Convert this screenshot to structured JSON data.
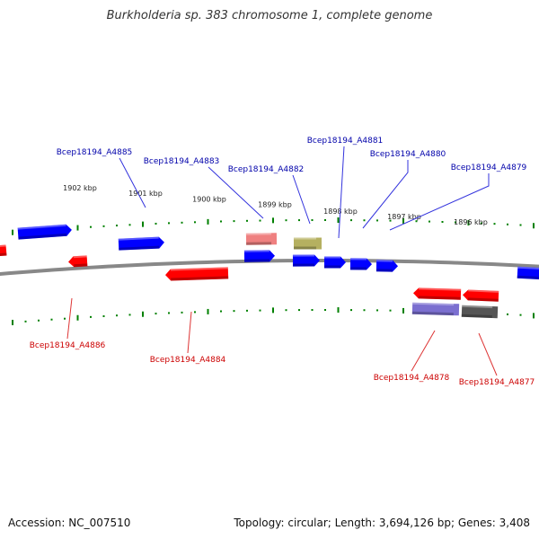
{
  "title": "Burkholderia sp. 383 chromosome 1, complete genome",
  "footer": {
    "accession": "Accession: NC_007510",
    "stats": "Topology: circular; Length: 3,694,126 bp; Genes: 3,408"
  },
  "colors": {
    "forward_gene": "#0000ff",
    "reverse_gene": "#ff0000",
    "forward_label": "#0000aa",
    "reverse_label": "#cc0000",
    "backbone": "#888888",
    "ticks": "#008000"
  },
  "scale": {
    "unit": "kbp",
    "labels": [
      "1902 kbp",
      "1901 kbp",
      "1900 kbp",
      "1899 kbp",
      "1898 kbp",
      "1897 kbp",
      "1896 kbp"
    ]
  },
  "genes": [
    {
      "name": "Bcep18194_A4885",
      "strand": "forward",
      "color": "#0000ff"
    },
    {
      "name": "Bcep18194_A4883",
      "strand": "forward",
      "color": "#ef8080"
    },
    {
      "name": "Bcep18194_A4882",
      "strand": "forward",
      "color": "#b5b060"
    },
    {
      "name": "Bcep18194_A4881",
      "strand": "forward",
      "color": "#0000ff"
    },
    {
      "name": "Bcep18194_A4880",
      "strand": "forward",
      "color": "#0000ff"
    },
    {
      "name": "Bcep18194_A4879",
      "strand": "forward",
      "color": "#0000ff"
    },
    {
      "name": "Bcep18194_A4886",
      "strand": "reverse",
      "color": "#ff0000"
    },
    {
      "name": "Bcep18194_A4884",
      "strand": "reverse",
      "color": "#ff0000"
    },
    {
      "name": "Bcep18194_A4878",
      "strand": "reverse",
      "color": "#7b6fd0"
    },
    {
      "name": "Bcep18194_A4877",
      "strand": "reverse",
      "color": "#555555"
    }
  ]
}
